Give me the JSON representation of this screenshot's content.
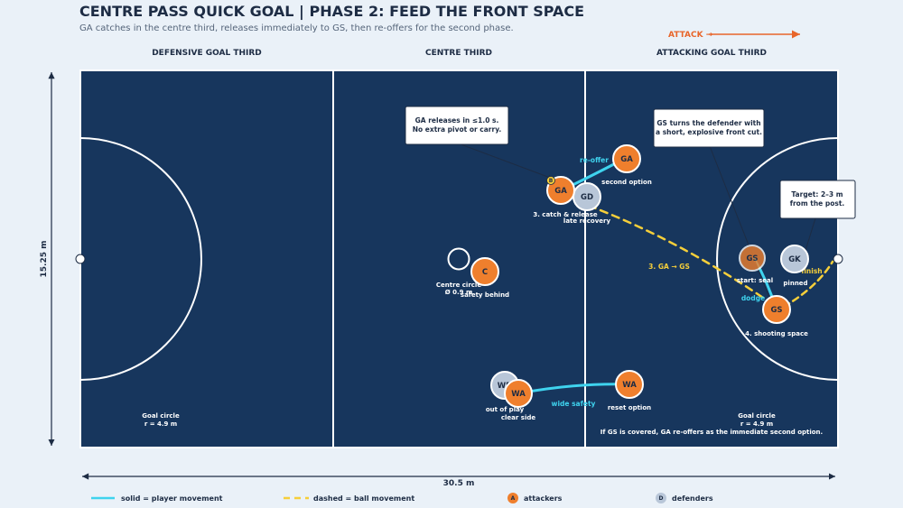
{
  "header": {
    "title": "CENTRE PASS QUICK GOAL | PHASE 2: FEED THE FRONT SPACE",
    "subtitle": "GA catches in the centre third, releases immediately to GS, then re-offers for the second phase.",
    "attack_label": "ATTACK →"
  },
  "zones": {
    "left": "DEFENSIVE GOAL THIRD",
    "centre": "CENTRE THIRD",
    "right": "ATTACKING GOAL THIRD"
  },
  "dimensions": {
    "width": "30.5 m",
    "height": "15.25 m"
  },
  "court_labels": {
    "left_circle_line1": "Goal circle",
    "left_circle_line2": "r = 4.9 m",
    "right_circle_line1": "Goal circle",
    "right_circle_line2": "r = 4.9 m",
    "centre_circle_line1": "Centre circle",
    "centre_circle_line2": "Ø 0.9 m",
    "note": "If GS is covered, GA re-offers as the immediate second option."
  },
  "players": {
    "ga_catch": {
      "code": "GA",
      "caption": "3. catch & release"
    },
    "gd": {
      "code": "GD",
      "caption": "late recovery"
    },
    "ga_reoffer": {
      "code": "GA",
      "caption": "second option"
    },
    "c": {
      "code": "C",
      "caption": "safety behind"
    },
    "wd": {
      "code": "WD",
      "caption": "out of play"
    },
    "wa_start": {
      "code": "WA",
      "caption": "clear side"
    },
    "wa_reset": {
      "code": "WA",
      "caption": "reset option"
    },
    "gs_start": {
      "code": "GS",
      "caption": "start: seal"
    },
    "gk": {
      "code": "GK",
      "caption": "pinned"
    },
    "gs_shoot": {
      "code": "GS",
      "caption": "4. shooting space"
    }
  },
  "movement_labels": {
    "reoffer": "re-offer",
    "wide_safety": "wide safety",
    "dodge": "dodge",
    "pass": "3. GA → GS",
    "finish": "finish",
    "badge": "B"
  },
  "callouts": {
    "release_line1": "GA releases in ≤1.0 s.",
    "release_line2": "No extra pivot or carry.",
    "turn_line1": "GS turns the defender with",
    "turn_line2": "a short, explosive front cut.",
    "target_line1": "Target: 2–3 m",
    "target_line2": "from the post."
  },
  "legend": {
    "solid": "solid = player movement",
    "dashed": "dashed = ball movement",
    "attackers_icon": "A",
    "attackers": "attackers",
    "defenders_icon": "D",
    "defenders": "defenders"
  },
  "colors": {
    "court": "#17365d",
    "line": "#ffffff",
    "attacker": "#ef7f2d",
    "defender": "#b8c6d8",
    "player_move": "#3fd3ee",
    "ball_move": "#f6cf3a",
    "accent": "#e8652a"
  }
}
